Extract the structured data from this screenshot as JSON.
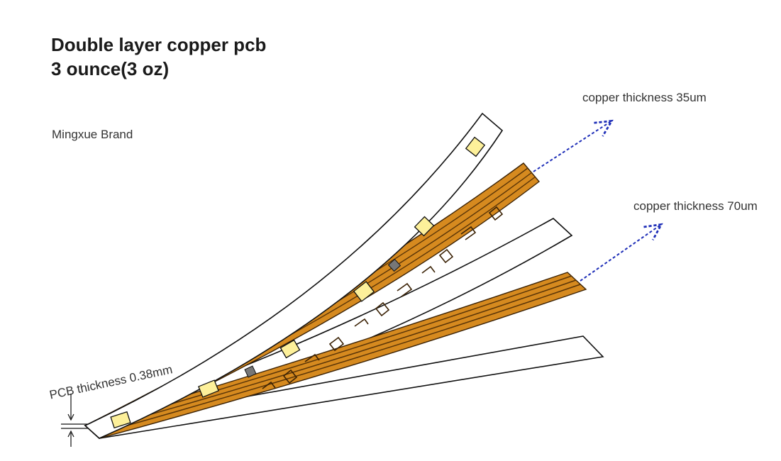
{
  "title_line1": "Double layer copper pcb",
  "title_line2": "3 ounce(3 oz)",
  "brand": "Mingxue Brand",
  "callouts": {
    "copper_35": "copper thickness 35um",
    "copper_70": "copper thickness 70um",
    "pcb_thickness": "PCB thickness 0.38mm"
  },
  "colors": {
    "copper": "#d68a1f",
    "copper_dark": "#5a3508",
    "led_yellow": "#fdf09a",
    "arrow_blue": "#1f2fb8",
    "outline": "#111111"
  }
}
